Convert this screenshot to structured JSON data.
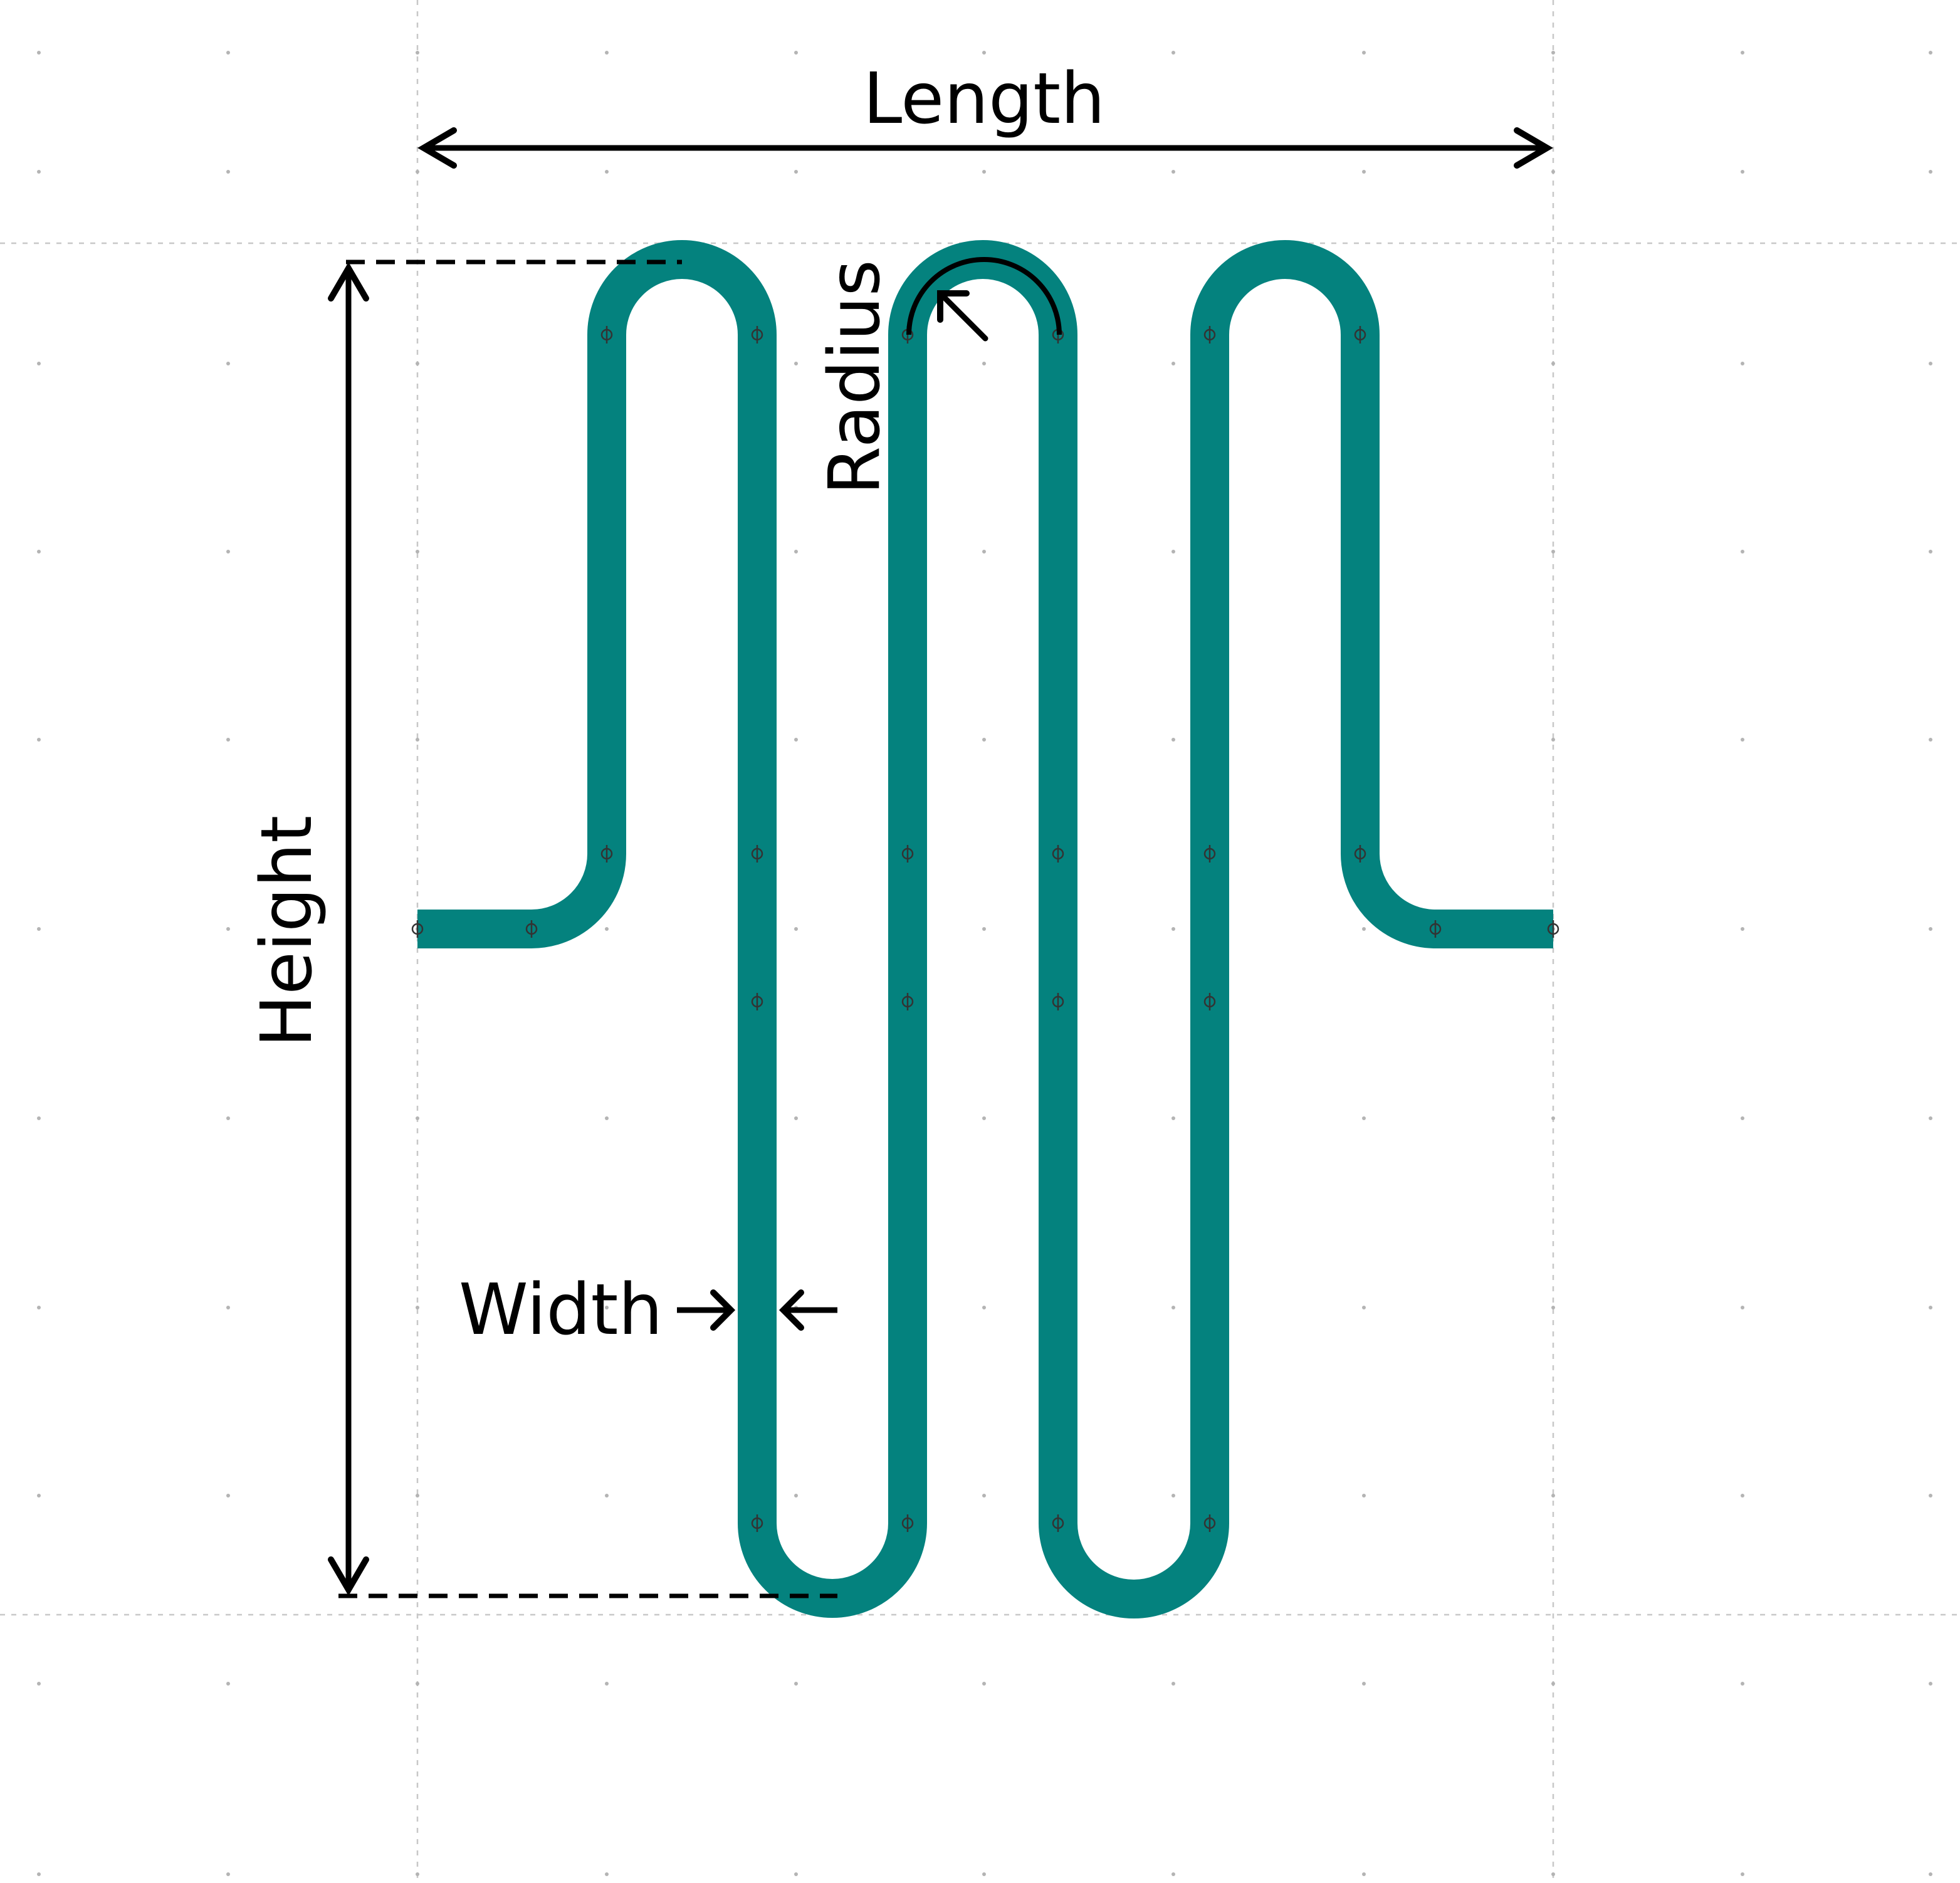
{
  "diagram": {
    "labels": {
      "length": "Length",
      "height": "Height",
      "radius": "Radius",
      "width": "Width"
    },
    "colors": {
      "trace": "#04827e",
      "annotation": "#000000",
      "grid_line": "#c8c8c8",
      "grid_dot": "#b4b4b4",
      "marker": "#333333",
      "background": "#ffffff"
    }
  }
}
